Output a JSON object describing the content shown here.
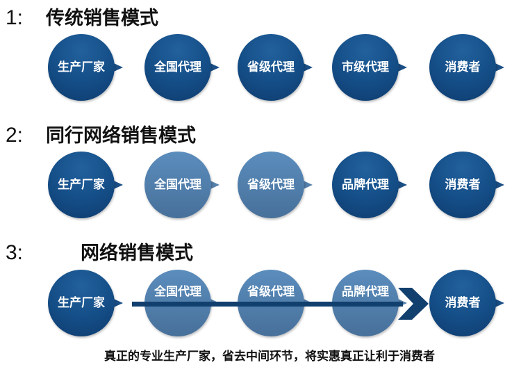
{
  "rows": [
    {
      "number": "1:",
      "title": "传统销售模式",
      "nodes": [
        {
          "label": "生产厂家",
          "style": "dark"
        },
        {
          "label": "全国代理",
          "style": "dark"
        },
        {
          "label": "省级代理",
          "style": "dark"
        },
        {
          "label": "市级代理",
          "style": "dark"
        },
        {
          "label": "消费者",
          "style": "dark"
        }
      ]
    },
    {
      "number": "2:",
      "title": "同行网络销售模式",
      "nodes": [
        {
          "label": "生产厂家",
          "style": "dark"
        },
        {
          "label": "全国代理",
          "style": "light"
        },
        {
          "label": "省级代理",
          "style": "light"
        },
        {
          "label": "品牌代理",
          "style": "dark"
        },
        {
          "label": "消费者",
          "style": "dark"
        }
      ]
    },
    {
      "number": "3:",
      "title": "网络销售模式",
      "nodes": [
        {
          "label": "生产厂家",
          "style": "dark"
        },
        {
          "label": "全国代理",
          "style": "light"
        },
        {
          "label": "省级代理",
          "style": "light"
        },
        {
          "label": "品牌代理",
          "style": "light"
        },
        {
          "label": "消费者",
          "style": "dark"
        }
      ]
    }
  ],
  "caption": "真正的专业生产厂家，省去中间环节，将实惠真正让利于消费者",
  "colors": {
    "dark": "#144d86",
    "light": "#5580ab",
    "arrow": "#113f6e"
  }
}
